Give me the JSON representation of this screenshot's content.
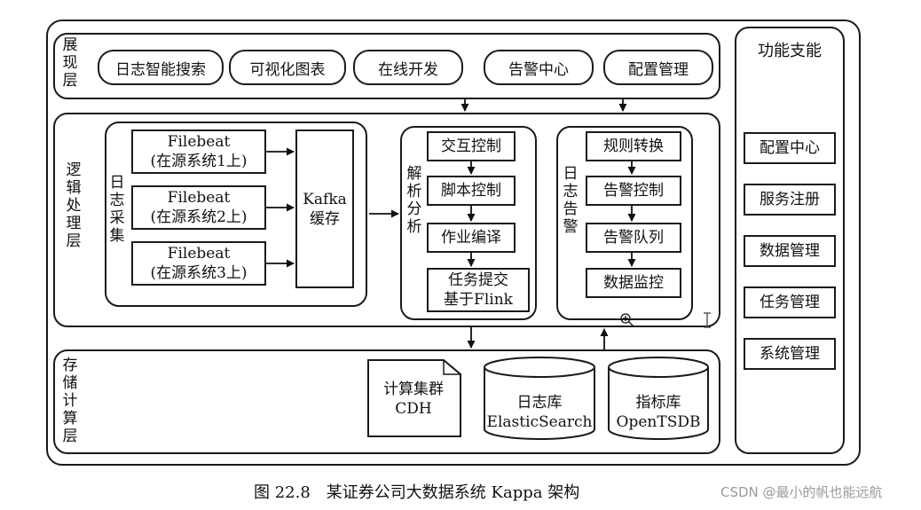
{
  "presentation_layer": {
    "label": "展\n现\n层",
    "items": [
      "日志智能搜索",
      "可视化图表",
      "在线开发",
      "告警中心",
      "配置管理"
    ]
  },
  "logic_layer": {
    "label": "逻\n辑\n处\n理\n层",
    "log_collection": {
      "label": "日\n志\n采\n集",
      "filebeats": [
        "Filebeat\n(在源系统1上)",
        "Filebeat\n(在源系统2上)",
        "Filebeat\n(在源系统3上)"
      ],
      "kafka": "Kafka\n缓存"
    },
    "parse_analysis": {
      "label": "解\n析\n分\n析",
      "steps": [
        "交互控制",
        "脚本控制",
        "作业编译",
        "任务提交\n基于Flink"
      ]
    },
    "log_alert": {
      "label": "日\n志\n告\n警",
      "steps": [
        "规则转换",
        "告警控制",
        "告警队列",
        "数据监控"
      ]
    }
  },
  "storage_layer": {
    "label": "存\n储\n计\n算\n层",
    "cluster": "计算集群\nCDH",
    "log_db": "日志库\nElasticSearch",
    "metric_db": "指标库\nOpenTSDB"
  },
  "functions": {
    "title": "功能支能",
    "items": [
      "配置中心",
      "服务注册",
      "数据管理",
      "任务管理",
      "系统管理"
    ]
  },
  "caption": "图 22.8　某证券公司大数据系统 Kappa 架构",
  "watermark": "CSDN @最小的帆也能远航"
}
